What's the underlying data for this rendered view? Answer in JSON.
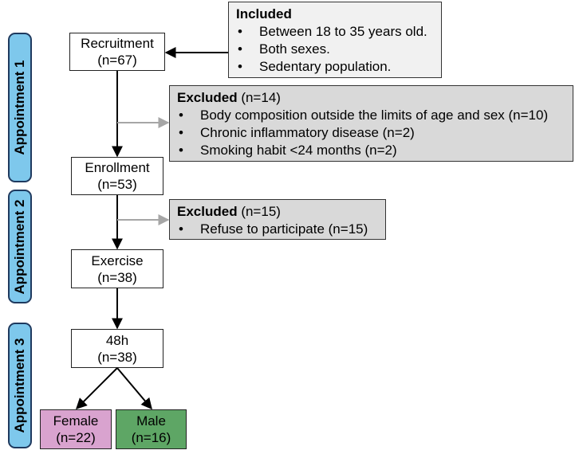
{
  "stages": {
    "s1": "Appointment 1",
    "s2": "Appointment 2",
    "s3": "Appointment 3"
  },
  "flow": {
    "recruitment": {
      "title": "Recruitment",
      "n": "(n=67)"
    },
    "enrollment": {
      "title": "Enrollment",
      "n": "(n=53)"
    },
    "exercise": {
      "title": "Exercise",
      "n": "(n=38)"
    },
    "h48": {
      "title": "48h",
      "n": "(n=38)"
    },
    "female": {
      "title": "Female",
      "n": "(n=22)"
    },
    "male": {
      "title": "Male",
      "n": "(n=16)"
    }
  },
  "included": {
    "heading": "Included",
    "items": [
      "Between 18 to 35 years old.",
      "Both sexes.",
      "Sedentary population."
    ]
  },
  "excluded1": {
    "heading": "Excluded",
    "count": " (n=14)",
    "items": [
      "Body composition outside the limits of age and sex (n=10)",
      "Chronic inflammatory disease (n=2)",
      "Smoking habit <24 months (n=2)"
    ]
  },
  "excluded2": {
    "heading": "Excluded",
    "count": " (n=15)",
    "items": [
      "Refuse to participate (n=15)"
    ]
  },
  "colors": {
    "stage_fill": "#7ec8ec",
    "stage_border": "#1f3a5f",
    "female_fill": "#d9a3cf",
    "male_fill": "#5ea665",
    "excluded_fill": "#d9d9d9",
    "included_fill": "#f1f1f1",
    "gray_arrow": "#a6a6a6"
  }
}
